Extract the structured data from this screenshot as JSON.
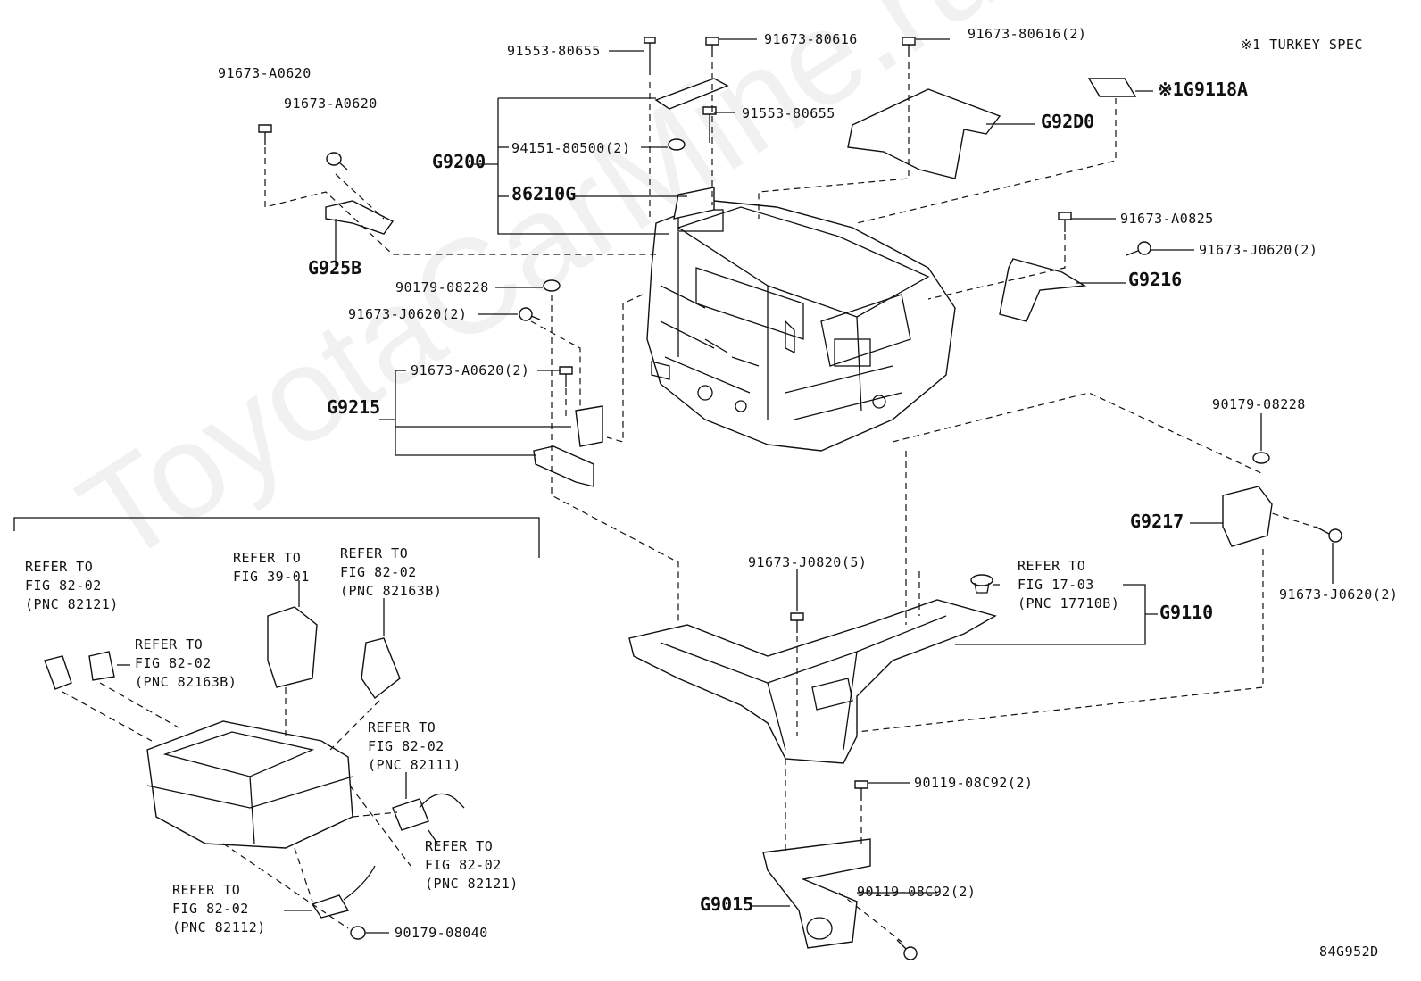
{
  "diagram": {
    "note": "※1 TURKEY SPEC",
    "code": "84G952D",
    "watermark": "ToyotaCarMine.ru",
    "labels": {
      "p91553_top": "91553-80655",
      "p91673_80616": "91673-80616",
      "p91673_80616_2": "91673-80616(2)",
      "p91673_A0620_a": "91673-A0620",
      "p91673_A0620_b": "91673-A0620",
      "p91553_mid": "91553-80655",
      "g92d0": "G92D0",
      "g9118a": "※1G9118A",
      "p94151": "94151-80500(2)",
      "g9200": "G9200",
      "p86210g": "86210G",
      "g925b": "G925B",
      "p91673_A0825": "91673-A0825",
      "p91673_J0620_2a": "91673-J0620(2)",
      "g9216": "G9216",
      "p90179_08228_a": "90179-08228",
      "p91673_J0620_2b": "91673-J0620(2)",
      "p91673_A0620_2": "91673-A0620(2)",
      "g9215": "G9215",
      "p90179_08228_b": "90179-08228",
      "g9217": "G9217",
      "p91673_J0620_2c": "91673-J0620(2)",
      "p91673_J0820_5": "91673-J0820(5)",
      "g9110": "G9110",
      "p90119_a": "90119-08C92(2)",
      "g9015": "G9015",
      "p90119_b": "90119-08C92(2)",
      "p90179_08040": "90179-08040"
    },
    "refs": {
      "r1": [
        "REFER TO",
        "FIG 82-02",
        "(PNC 82121)"
      ],
      "r2": [
        "REFER TO",
        "FIG 39-01"
      ],
      "r3": [
        "REFER TO",
        "FIG 82-02",
        "(PNC 82163B)"
      ],
      "r4": [
        "REFER TO",
        "FIG 82-02",
        "(PNC 82163B)"
      ],
      "r5": [
        "REFER TO",
        "FIG 82-02",
        "(PNC 82111)"
      ],
      "r6": [
        "REFER TO",
        "FIG 82-02",
        "(PNC 82121)"
      ],
      "r7": [
        "REFER TO",
        "FIG 82-02",
        "(PNC 82112)"
      ],
      "r8": [
        "REFER TO",
        "FIG 17-03",
        "(PNC 17710B)"
      ]
    }
  }
}
